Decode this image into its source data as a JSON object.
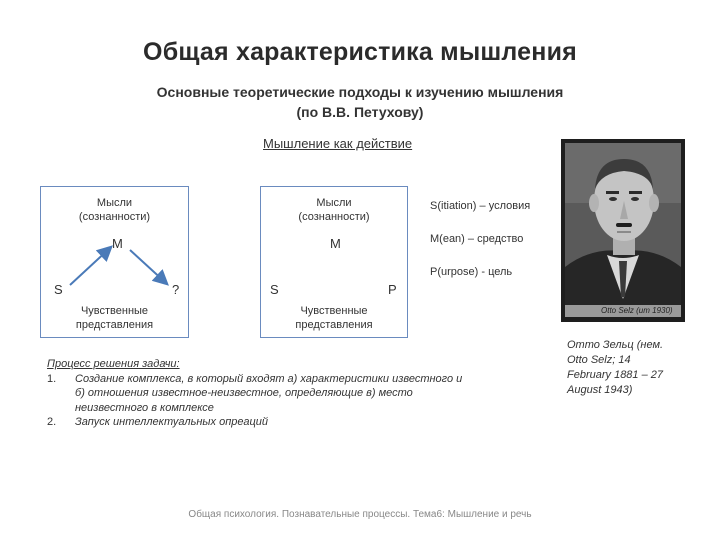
{
  "title": "Общая характеристика мышления",
  "subtitle": {
    "line1": "Основные теоретические подходы к изучению мышления",
    "line2": "(по В.В. Петухову)"
  },
  "section_heading": "Мышление как действие",
  "diagrams": [
    {
      "top_label_1": "Мысли",
      "top_label_2": "(сознанности)",
      "center_node": "M",
      "left_node": "S",
      "right_node": "?",
      "bottom_label_1": "Чувственные",
      "bottom_label_2": "представления"
    },
    {
      "top_label_1": "Мысли",
      "top_label_2": "(сознанности)",
      "center_node": "M",
      "left_node": "S",
      "right_node": "P",
      "bottom_label_1": "Чувственные",
      "bottom_label_2": "представления"
    }
  ],
  "legend": [
    "S(itiation) – условия",
    "M(ean) – средство",
    "P(urpose) - цель"
  ],
  "photo": {
    "inscription": "Otto Selz (um 1930)"
  },
  "photo_caption": {
    "line1": "Отто Зельц (нем.",
    "line2": "Otto Selz; 14",
    "line3": "February 1881 – 27",
    "line4": "August 1943)"
  },
  "process": {
    "heading": "Процесс решения задачи:",
    "items": [
      {
        "number": "1.",
        "line1": "Создание комплекса, в который входят а) характеристики известного и",
        "line2": "б) отношения известное-неизвестное, определяющие в) место",
        "line3": "неизвестного в комплексе"
      },
      {
        "number": "2.",
        "line1": "Запуск интеллектуальных опреаций"
      }
    ]
  },
  "footer": "Общая психология. Познавательные процессы. Тема6: Мышление и речь",
  "colors": {
    "box_border": "#6a8bbf",
    "arrow": "#4a7ab8",
    "title": "#2b2b2b"
  }
}
